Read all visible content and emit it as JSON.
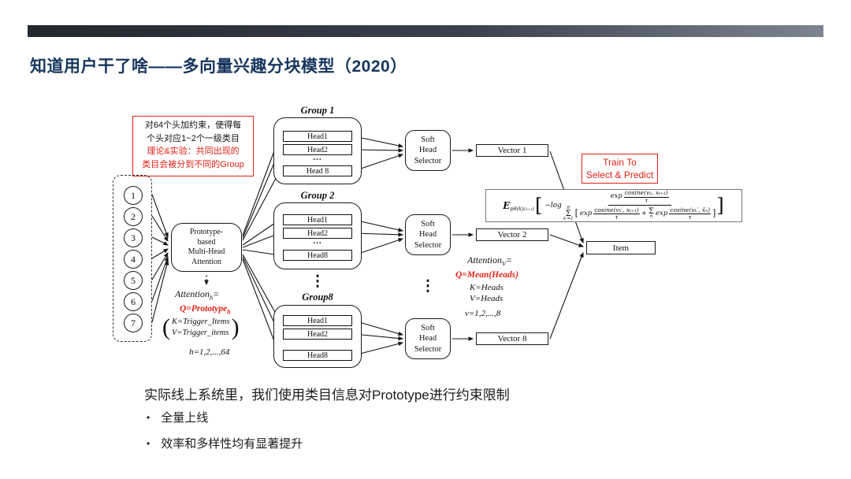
{
  "header": {
    "title": "知道用户干了啥——多向量兴趣分块模型（2020）"
  },
  "colors": {
    "accent_red": "#e02015",
    "title_navy": "#17365d"
  },
  "note": {
    "black1": "对64个头加约束，使得每",
    "black2": "个头对应1~2个一级类目",
    "red1": "理论&实验：共同出现的",
    "red2": "类目会被分到不同的Group"
  },
  "inputs": {
    "items": [
      "1",
      "2",
      "3",
      "4",
      "5",
      "6",
      "7"
    ]
  },
  "prototype": {
    "l1": "Prototype-",
    "l2": "based",
    "l3": "Multi-Head",
    "l4": "Attention"
  },
  "attention_h": {
    "name": "Attention",
    "sub": "h",
    "equals": "=",
    "q": "Q=Prototype",
    "q_sub": "h",
    "paren_open": "(",
    "k": "K=Trigger_Items",
    "v": "V=Trigger_items",
    "paren_close": ")",
    "range": "h=1,2,...,64"
  },
  "groups": [
    {
      "label": "Group 1",
      "heads": [
        "Head1",
        "Head2",
        "...",
        "Head 8"
      ]
    },
    {
      "label": "Group 2",
      "heads": [
        "Head1",
        "Head2",
        "...",
        "Head8"
      ]
    },
    {
      "label": "Group8",
      "heads": [
        "Head1",
        "Head2",
        "Head8"
      ]
    }
  ],
  "group_ellipsis": "⋮",
  "selector": {
    "l1": "Soft",
    "l2": "Head",
    "l3": "Selector"
  },
  "selector_ellipsis": "⋮",
  "vectors": [
    "Vector 1",
    "Vector 2",
    "Vector 8"
  ],
  "attention_v": {
    "name": "Attention",
    "sub": "V",
    "equals": "=",
    "q": "Q=Mean(Heads)",
    "k": "K=Heads",
    "v": "V=Heads",
    "range": "v=1,2,...,8"
  },
  "train_box": {
    "line1": "Train To",
    "line2": "Select & Predict"
  },
  "formula": {
    "E": "E",
    "E_sub": "pθ(k|cₜ₊₁)",
    "open": "[",
    "neg_log": "−log",
    "exp1": "exp",
    "frac1_top": "cosine(vₖ, xₜ₊₁)",
    "frac1_bot": "τ",
    "sum_sup": "8",
    "sigma": "Σ",
    "sum_sub": "k′=1",
    "den_open": "[",
    "exp2": "exp",
    "frac2_top": "cosine(vₖ′, xₜ₊₁)",
    "frac2_bot": "τ",
    "plus": "+",
    "sigma2": "Σ",
    "sigma2_sub": "n",
    "exp3": "exp",
    "frac3_top": "cosine(vₖ′, x̄ₙ)",
    "frac3_bot": "τ",
    "den_close": "]",
    "close": "]"
  },
  "item_box": "Item",
  "footer": {
    "line1": "实际线上系统里，我们使用类目信息对Prototype进行约束限制",
    "bullet_glyph": "•",
    "bullets": [
      "全量上线",
      "效率和多样性均有显著提升"
    ]
  }
}
